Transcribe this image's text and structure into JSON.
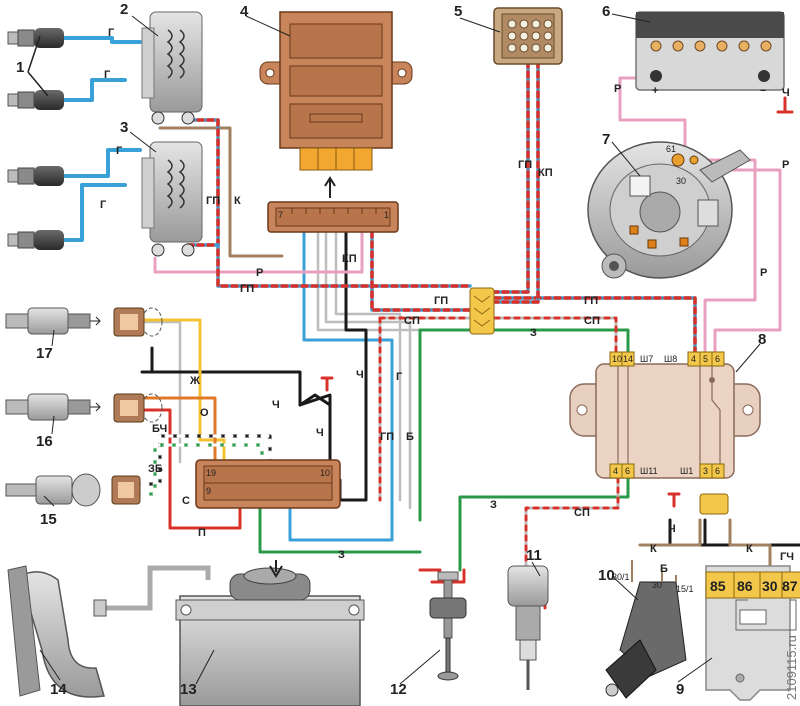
{
  "components": {
    "n1": "1",
    "n2": "2",
    "n3": "3",
    "n4": "4",
    "n5": "5",
    "n6": "6",
    "n7": "7",
    "n8": "8",
    "n9": "9",
    "n10": "10",
    "n11": "11",
    "n12": "12",
    "n13": "13",
    "n14": "14",
    "n15": "15",
    "n16": "16",
    "n17": "17"
  },
  "wires": {
    "g": "Г",
    "gp": "ГП",
    "k": "К",
    "kp": "КП",
    "r": "Р",
    "ch": "Ч",
    "sp": "СП",
    "z": "З",
    "zb": "ЗБ",
    "bch": "БЧ",
    "zh": "Ж",
    "o": "О",
    "s": "С",
    "p": "П",
    "b": "Б",
    "gch": "ГЧ"
  },
  "connectors": {
    "c7": "7",
    "c1": "1",
    "c19": "19",
    "c10": "10",
    "c9": "9",
    "sh7": "Ш7",
    "sh8": "Ш8",
    "sh11": "Ш11",
    "sh1": "Ш1",
    "p10": "10",
    "p14": "14",
    "p4a": "4",
    "p5": "5",
    "p6a": "6",
    "p4b": "4",
    "p6b": "6",
    "p3": "3",
    "p6c": "6"
  },
  "relay": {
    "t85": "85",
    "t86": "86",
    "t30": "30",
    "t87": "87"
  },
  "switch": {
    "t301": "30/1",
    "t30": "30",
    "t151": "15/1"
  },
  "generator": {
    "t61": "61",
    "t30": "30"
  },
  "battery": {
    "plus": "+",
    "minus": "−"
  },
  "watermark": "2109115.ru",
  "colors": {
    "blue": "#3aa0d8",
    "red": "#d8312a",
    "green": "#2a9a4a",
    "brown": "#a08060",
    "pink": "#e8a0c0",
    "black": "#1a1a1a",
    "gray": "#bdbdbd",
    "yellow": "#f4c230",
    "orange": "#e07828",
    "component": "#c8845a",
    "connector": "#f2c74a"
  }
}
